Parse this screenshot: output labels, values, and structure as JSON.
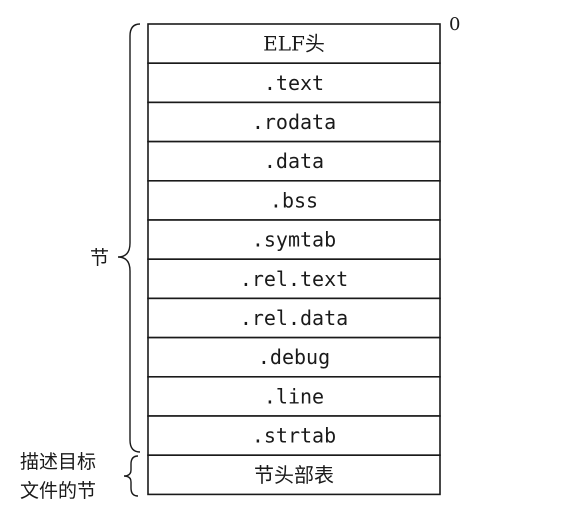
{
  "offset_label": "0",
  "sections_label": "节",
  "header_table_label_lines": [
    "描述目标",
    "文件的节"
  ],
  "rows": [
    {
      "label": "ELF头",
      "font": "serif"
    },
    {
      "label": ".text",
      "font": "mono"
    },
    {
      "label": ".rodata",
      "font": "mono"
    },
    {
      "label": ".data",
      "font": "mono"
    },
    {
      "label": ".bss",
      "font": "mono"
    },
    {
      "label": ".symtab",
      "font": "mono"
    },
    {
      "label": ".rel.text",
      "font": "mono"
    },
    {
      "label": ".rel.data",
      "font": "mono"
    },
    {
      "label": ".debug",
      "font": "mono"
    },
    {
      "label": ".line",
      "font": "mono"
    },
    {
      "label": ".strtab",
      "font": "mono"
    },
    {
      "label": "节头部表",
      "font": "serif"
    }
  ]
}
